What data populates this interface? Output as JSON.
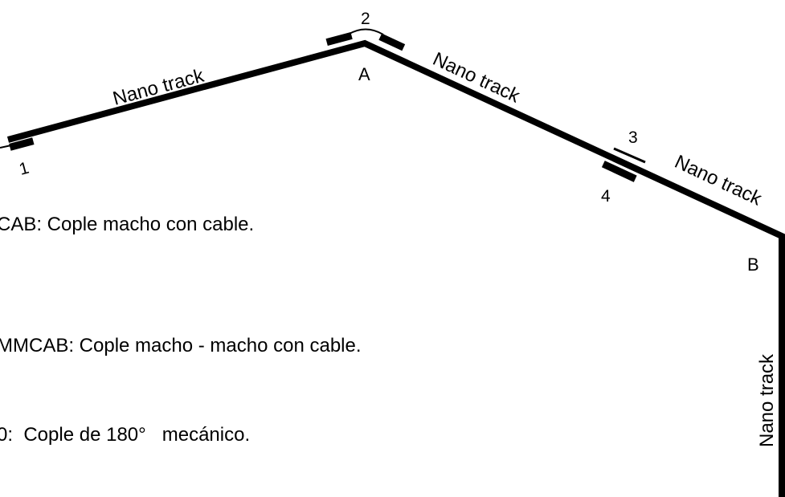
{
  "colors": {
    "track": "#000000",
    "text": "#000000",
    "background": "#ffffff"
  },
  "track_labels": [
    "Nano track",
    "Nano track",
    "Nano track",
    "Nano track"
  ],
  "nodes": {
    "a": "A",
    "b": "B"
  },
  "couplers": [
    "1",
    "2",
    "3",
    "4"
  ],
  "notes": [
    "CAB: Cople macho con cable.",
    "MMCAB: Cople macho - macho con cable.",
    "0:  Cople de 180°   mecánico."
  ]
}
